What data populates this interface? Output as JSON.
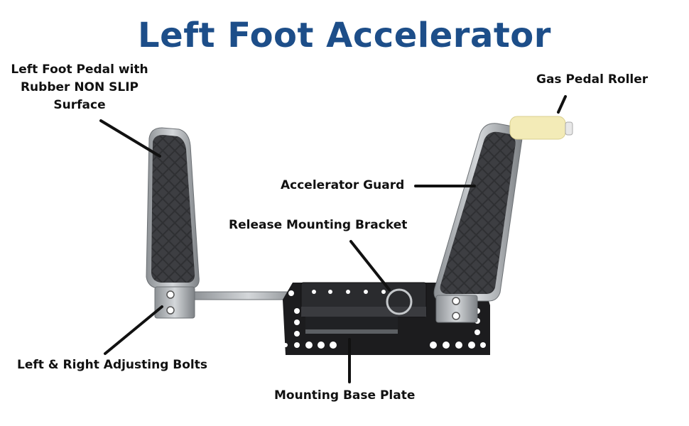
{
  "title": "Left Foot Accelerator",
  "colors": {
    "title": "#1d4e89",
    "pad_rubber": "#2f3033",
    "steel": "#b9bcbf",
    "base_plate": "#1c1c1e",
    "roller": "#f3ebb7",
    "leader": "#111111"
  },
  "labels": {
    "left_pedal": [
      "Left Foot Pedal with",
      "Rubber NON SLIP",
      "Surface"
    ],
    "gas_roller": "Gas  Pedal Roller",
    "accelerator_guard": "Accelerator Guard",
    "release_bracket": "Release Mounting Bracket",
    "adjusting_bolts": "Left & Right Adjusting Bolts",
    "base_plate": "Mounting Base Plate"
  }
}
